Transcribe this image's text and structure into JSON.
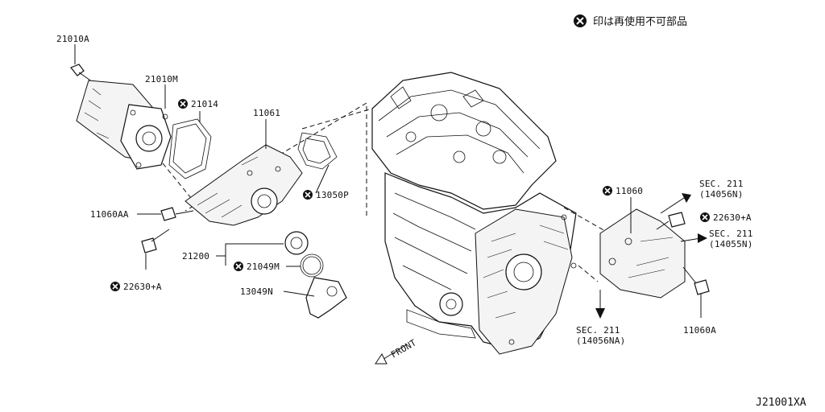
{
  "legend": {
    "text": "印は再使用不可部品"
  },
  "drawing_number": "J21001XA",
  "front_label": "FRONT",
  "labels": {
    "p21010A": "21010A",
    "p21010M": "21010M",
    "p21014": "21014",
    "p11061": "11061",
    "p13050P": "13050P",
    "p11060AA": "11060AA",
    "p22630A_left": "22630+A",
    "p21200": "21200",
    "p21049M": "21049M",
    "p13049N": "13049N",
    "p11060": "11060",
    "p22630A_right": "22630+A",
    "p11060A": "11060A",
    "sec_n_1": "SEC. 211",
    "sec_n_2": "(14056N)",
    "sec_55_1": "SEC. 211",
    "sec_55_2": "(14055N)",
    "sec_na_1": "SEC. 211",
    "sec_na_2": "(14056NA)"
  },
  "icons": {
    "nonreusable": "crossed-circle-icon"
  }
}
